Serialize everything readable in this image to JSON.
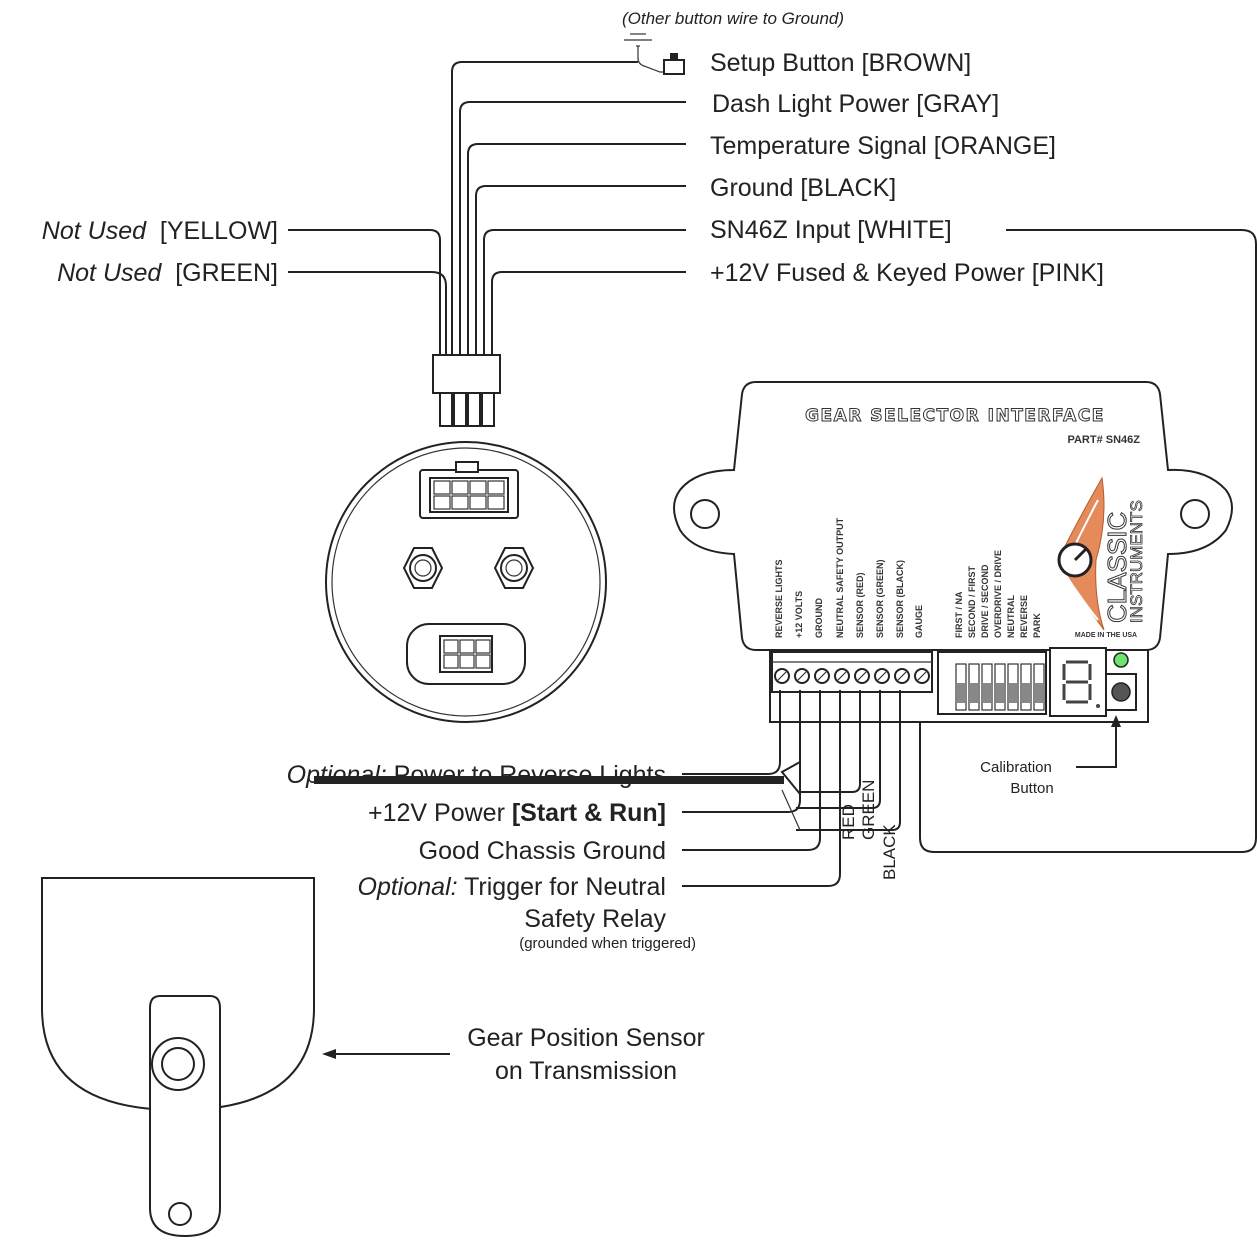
{
  "gauge_wires": {
    "ground_note": "(Other button wire to Ground)",
    "setup_button": "Setup Button  [BROWN]",
    "dash_light": "Dash Light Power  [GRAY]",
    "temp_signal": "Temperature Signal  [ORANGE]",
    "ground": "Ground  [BLACK]",
    "sn46z_input": "SN46Z Input  [WHITE]",
    "power": "+12V Fused & Keyed Power  [PINK]",
    "yellow_prefix": "Not Used",
    "yellow_color": "  [YELLOW]",
    "green_prefix": "Not Used",
    "green_color": "  [GREEN]"
  },
  "module": {
    "title": "GEAR SELECTOR INTERFACE",
    "part": "PART# SN46Z",
    "brand_line1": "CLASSIC",
    "brand_line2": "INSTRUMENTS",
    "made_in": "MADE IN THE USA",
    "terminals": [
      "REVERSE LIGHTS",
      "+12 VOLTS",
      "GROUND",
      "NEUTRAL SAFETY OUTPUT",
      "SENSOR (RED)",
      "SENSOR (GREEN)",
      "SENSOR (BLACK)",
      "GAUGE"
    ],
    "switches": [
      "FIRST / NA",
      "SECOND / FIRST",
      "DRIVE / SECOND",
      "OVERDRIVE / DRIVE",
      "NEUTRAL",
      "REVERSE",
      "PARK"
    ],
    "calibration_line1": "Calibration",
    "calibration_line2": "Button"
  },
  "module_wires": {
    "reverse_prefix": "Optional:",
    "reverse_text": " Power to Reverse Lights",
    "power_text": "+12V Power ",
    "power_bold": "[Start & Run]",
    "ground_text": "Good Chassis Ground",
    "neutral_prefix": "Optional:",
    "neutral_text": " Trigger for Neutral",
    "neutral_text2": "Safety Relay",
    "neutral_note": "(grounded when triggered)"
  },
  "sensor": {
    "wire_red": "RED",
    "wire_green": "GREEN",
    "wire_black": "BLACK",
    "label_line1": "Gear Position Sensor",
    "label_line2": "on Transmission"
  }
}
